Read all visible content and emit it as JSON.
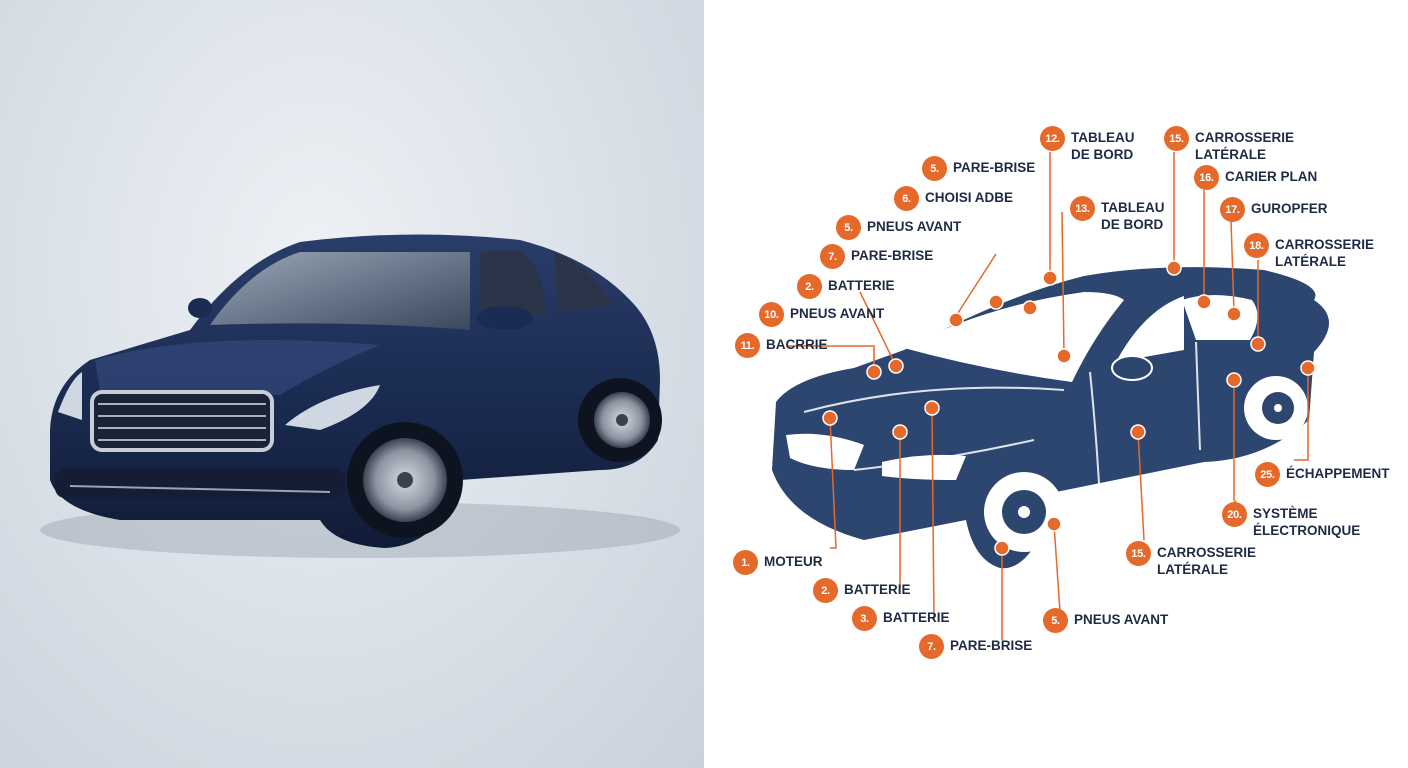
{
  "colors": {
    "car_body": "#1b2c52",
    "diagram_car": "#2d4670",
    "accent_orange": "#e4692a",
    "label_text": "#1f2a44",
    "studio_background": "#dde3ea"
  },
  "callouts": [
    {
      "number": "12.",
      "label": "TABLEAU\nDE BORD"
    },
    {
      "number": "15.",
      "label": "CARROSSERIE\nLATÉRALE"
    },
    {
      "number": "5.",
      "label": "PARE-BRISE"
    },
    {
      "number": "16.",
      "label": "CARIER PLAN"
    },
    {
      "number": "6.",
      "label": "CHOISI ADBE"
    },
    {
      "number": "13.",
      "label": "TABLEAU\nDE BORD"
    },
    {
      "number": "17.",
      "label": "GUROPFER"
    },
    {
      "number": "5.",
      "label": "PNEUS AVANT"
    },
    {
      "number": "18.",
      "label": "CARROSSERIE\nLATÉRALE"
    },
    {
      "number": "7.",
      "label": "PARE-BRISE"
    },
    {
      "number": "2.",
      "label": "BATTERIE"
    },
    {
      "number": "10.",
      "label": "PNEUS AVANT"
    },
    {
      "number": "11.",
      "label": "BACRRIE"
    },
    {
      "number": "25.",
      "label": "ÉCHAPPEMENT"
    },
    {
      "number": "20.",
      "label": "SYSTÈME\nÉLECTRONIQUE"
    },
    {
      "number": "1.",
      "label": "MOTEUR"
    },
    {
      "number": "15.",
      "label": "CARROSSERIE\nLATÉRALE"
    },
    {
      "number": "2.",
      "label": "BATTERIE"
    },
    {
      "number": "3.",
      "label": "BATTERIE"
    },
    {
      "number": "5.",
      "label": "PNEUS AVANT"
    },
    {
      "number": "7.",
      "label": "PARE-BRISE"
    }
  ]
}
